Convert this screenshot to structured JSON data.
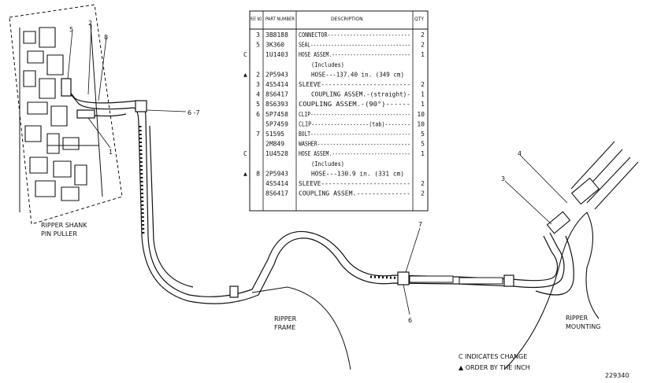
{
  "shank_label": [
    "RIPPER SHANK",
    "PIN PULLER"
  ],
  "frame_label": [
    "RIPPER",
    "FRAME"
  ],
  "mounting_label": [
    "RIPPER",
    "MOUNTING"
  ],
  "callouts": {
    "c1": "1",
    "c2": "2",
    "c3": "3",
    "c4": "4",
    "c5": "5",
    "c6": "6",
    "c67": "6 -7",
    "c7": "7",
    "c8": "8"
  },
  "legend": {
    "change": "C INDICATES CHANGE",
    "order": "▲ ORDER BY THE INCH"
  },
  "figure_number": "229340",
  "parts_table": {
    "headers": {
      "ref": "REF. NO.",
      "part": "PART NUMBER",
      "desc": "DESCRIPTION",
      "qty": "QTY"
    },
    "rows": [
      {
        "mark": "",
        "ref": "3",
        "part": "3B8188",
        "desc": "CONNECTOR--------------------------",
        "qty": "2"
      },
      {
        "mark": "",
        "ref": "5",
        "part": "3K360",
        "desc": "SEAL----------------------------------",
        "qty": "2"
      },
      {
        "mark": "C",
        "ref": "",
        "part": "1U1403",
        "desc": "HOSE ASSEM.--------------------------",
        "qty": "1"
      },
      {
        "mark": "",
        "ref": "",
        "part": "",
        "desc": "(Includes)",
        "qty": ""
      },
      {
        "mark": "▲",
        "ref": "2",
        "part": "2P5943",
        "desc": "HOSE---137.40 in. (349 cm)",
        "qty": ""
      },
      {
        "mark": "",
        "ref": "3",
        "part": "4S5414",
        "desc": "SLEEVE------------------------",
        "qty": "2"
      },
      {
        "mark": "",
        "ref": "4",
        "part": "8S6417",
        "desc": "COUPLING ASSEM.-(straight)-",
        "qty": "1"
      },
      {
        "mark": "",
        "ref": "5",
        "part": "8S6393",
        "desc": "COUPLING ASSEM.-(90°)------",
        "qty": "1"
      },
      {
        "mark": "",
        "ref": "6",
        "part": "5P7458",
        "desc": "CLIP----------------------------------",
        "qty": "10"
      },
      {
        "mark": "",
        "ref": "",
        "part": "5P7459",
        "desc": "CLIP------------------(tab)--------",
        "qty": "10"
      },
      {
        "mark": "",
        "ref": "7",
        "part": "S1595",
        "desc": "BOLT----------------------------------",
        "qty": "5"
      },
      {
        "mark": "",
        "ref": "",
        "part": "2M849",
        "desc": "WASHER------------------------------",
        "qty": "5"
      },
      {
        "mark": "C",
        "ref": "",
        "part": "1U4528",
        "desc": "HOSE ASSEM.--------------------------",
        "qty": "1"
      },
      {
        "mark": "",
        "ref": "",
        "part": "",
        "desc": "(Includes)",
        "qty": ""
      },
      {
        "mark": "▲",
        "ref": "8",
        "part": "2P5943",
        "desc": "HOSE---130.9 in. (331 cm)",
        "qty": ""
      },
      {
        "mark": "",
        "ref": "",
        "part": "4S5414",
        "desc": "SLEEVE------------------------",
        "qty": "2"
      },
      {
        "mark": "",
        "ref": "",
        "part": "8S6417",
        "desc": "COUPLING ASSEM.--------------",
        "qty": "2"
      }
    ]
  }
}
